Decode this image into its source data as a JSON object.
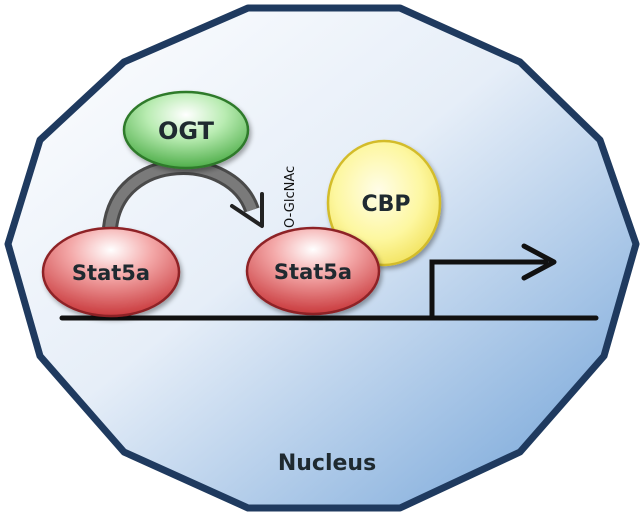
{
  "diagram": {
    "compartment_label": "Nucleus",
    "proteins": {
      "ogt": "OGT",
      "cbp": "CBP",
      "stat5a_left": "Stat5a",
      "stat5a_right": "Stat5a"
    },
    "modification_label": "O-GlcNAc"
  },
  "colors": {
    "nucleus_border": "#1f3a5f",
    "nucleus_fill_light": "#ffffff",
    "nucleus_fill_dark": "#6c9fd6",
    "ogt_green": "#6fcf6a",
    "stat5a_red": "#e0585a",
    "cbp_yellow": "#fbf07c",
    "arrow_gray": "#5a5a5a",
    "line_black": "#111111"
  }
}
